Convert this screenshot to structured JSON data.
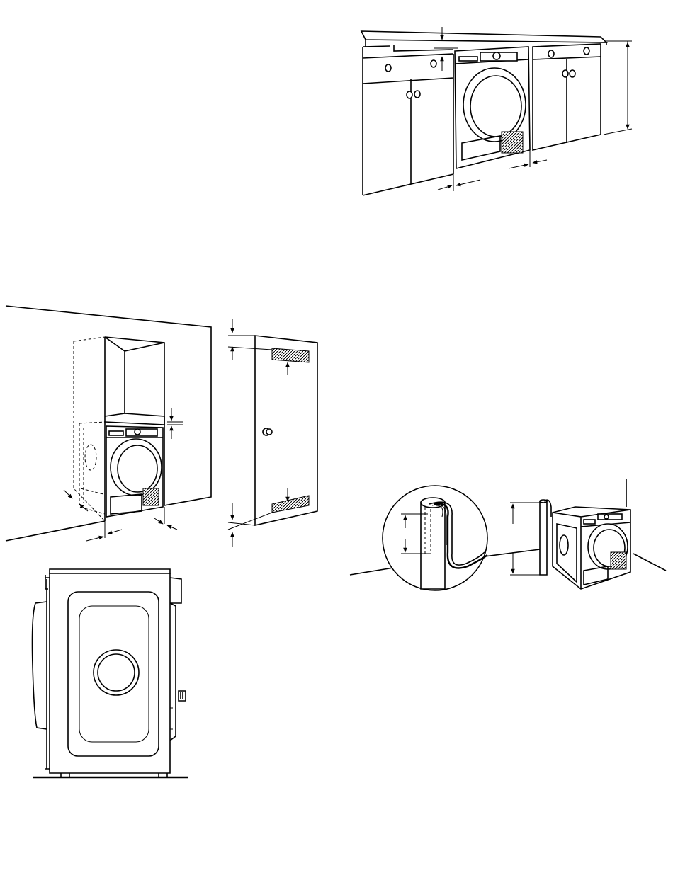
{
  "figures": [
    {
      "name": "built-in-under-counter-installation"
    },
    {
      "name": "closet-installation-with-vented-door"
    },
    {
      "name": "dryer-side-view"
    },
    {
      "name": "drain-hose-connection-to-standpipe"
    }
  ],
  "icons": [
    "dimension-arrow-icon",
    "door-knob-icon",
    "cabinet-knob-icon"
  ]
}
